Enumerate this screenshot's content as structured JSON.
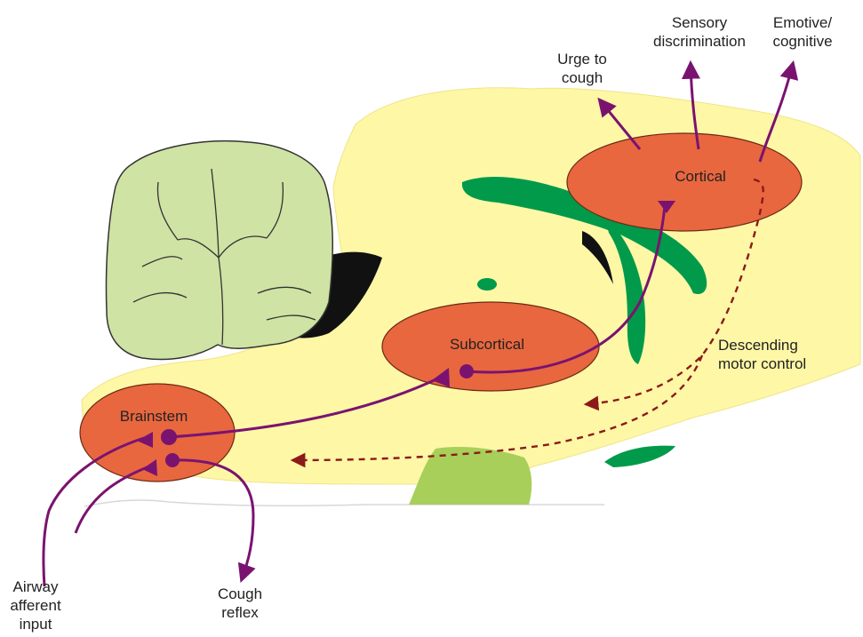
{
  "regions": {
    "cortical": "Cortical",
    "subcortical": "Subcortical",
    "brainstem": "Brainstem"
  },
  "outputs": {
    "urge": {
      "line1": "Urge to",
      "line2": "cough"
    },
    "sensory": {
      "line1": "Sensory",
      "line2": "discrimination"
    },
    "emotive": {
      "line1": "Emotive/",
      "line2": "cognitive"
    }
  },
  "pathways": {
    "descending": {
      "line1": "Descending",
      "line2": "motor control"
    },
    "airway": {
      "line1": "Airway",
      "line2": "afferent",
      "line3": "input"
    },
    "cough_reflex": {
      "line1": "Cough",
      "line2": "reflex"
    }
  },
  "colors": {
    "brain_fill": "#fdf7a6",
    "cerebellum_fill": "#cfe3a4",
    "region_fill": "#e8673f",
    "white_matter": "#009a4a",
    "pathway": "#7a1370",
    "descending_arrow": "#8b1a1a"
  }
}
